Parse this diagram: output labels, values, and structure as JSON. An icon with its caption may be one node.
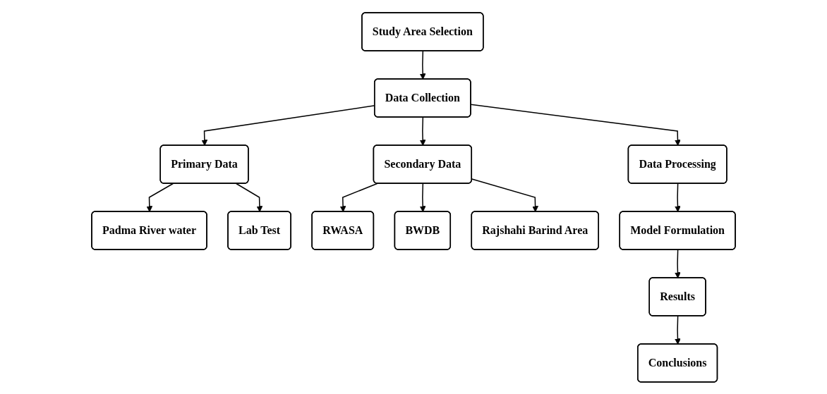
{
  "diagram": {
    "nodes": [
      {
        "text": [
          "Study Area Selection"
        ]
      },
      {
        "text": [
          "Data Collection"
        ]
      },
      {
        "text": [
          "Primary Data"
        ]
      },
      {
        "text": [
          "Secondary Data"
        ]
      },
      {
        "text": [
          "Padma River water"
        ]
      },
      {
        "text": [
          "Lab Test"
        ]
      },
      {
        "text": [
          "RWASA"
        ]
      },
      {
        "text": [
          "BWDB"
        ]
      },
      {
        "text": [
          "Rajshahi Barind Area"
        ]
      },
      {
        "text": [
          "Data Processing"
        ]
      },
      {
        "text": [
          "Model Formulation"
        ]
      },
      {
        "text": [
          "Results"
        ]
      },
      {
        "text": [
          "Conclusions"
        ]
      }
    ],
    "edges": [
      {
        "from": 0,
        "to": 1,
        "arrow": "to"
      },
      {
        "from": 1,
        "to": 2,
        "arrow": "to"
      },
      {
        "from": 1,
        "to": 3,
        "arrow": "to"
      },
      {
        "from": 2,
        "to": 4,
        "arrow": "to"
      },
      {
        "from": 2,
        "to": 5,
        "arrow": "to"
      },
      {
        "from": 3,
        "to": 6,
        "arrow": "to"
      },
      {
        "from": 3,
        "to": 7,
        "arrow": "to"
      },
      {
        "from": 3,
        "to": 8,
        "arrow": "to"
      },
      {
        "from": 1,
        "to": 9,
        "arrow": "to"
      },
      {
        "from": 9,
        "to": 10,
        "arrow": "to"
      },
      {
        "from": 10,
        "to": 11,
        "arrow": "to"
      },
      {
        "from": 11,
        "to": 12,
        "arrow": "to"
      }
    ]
  }
}
